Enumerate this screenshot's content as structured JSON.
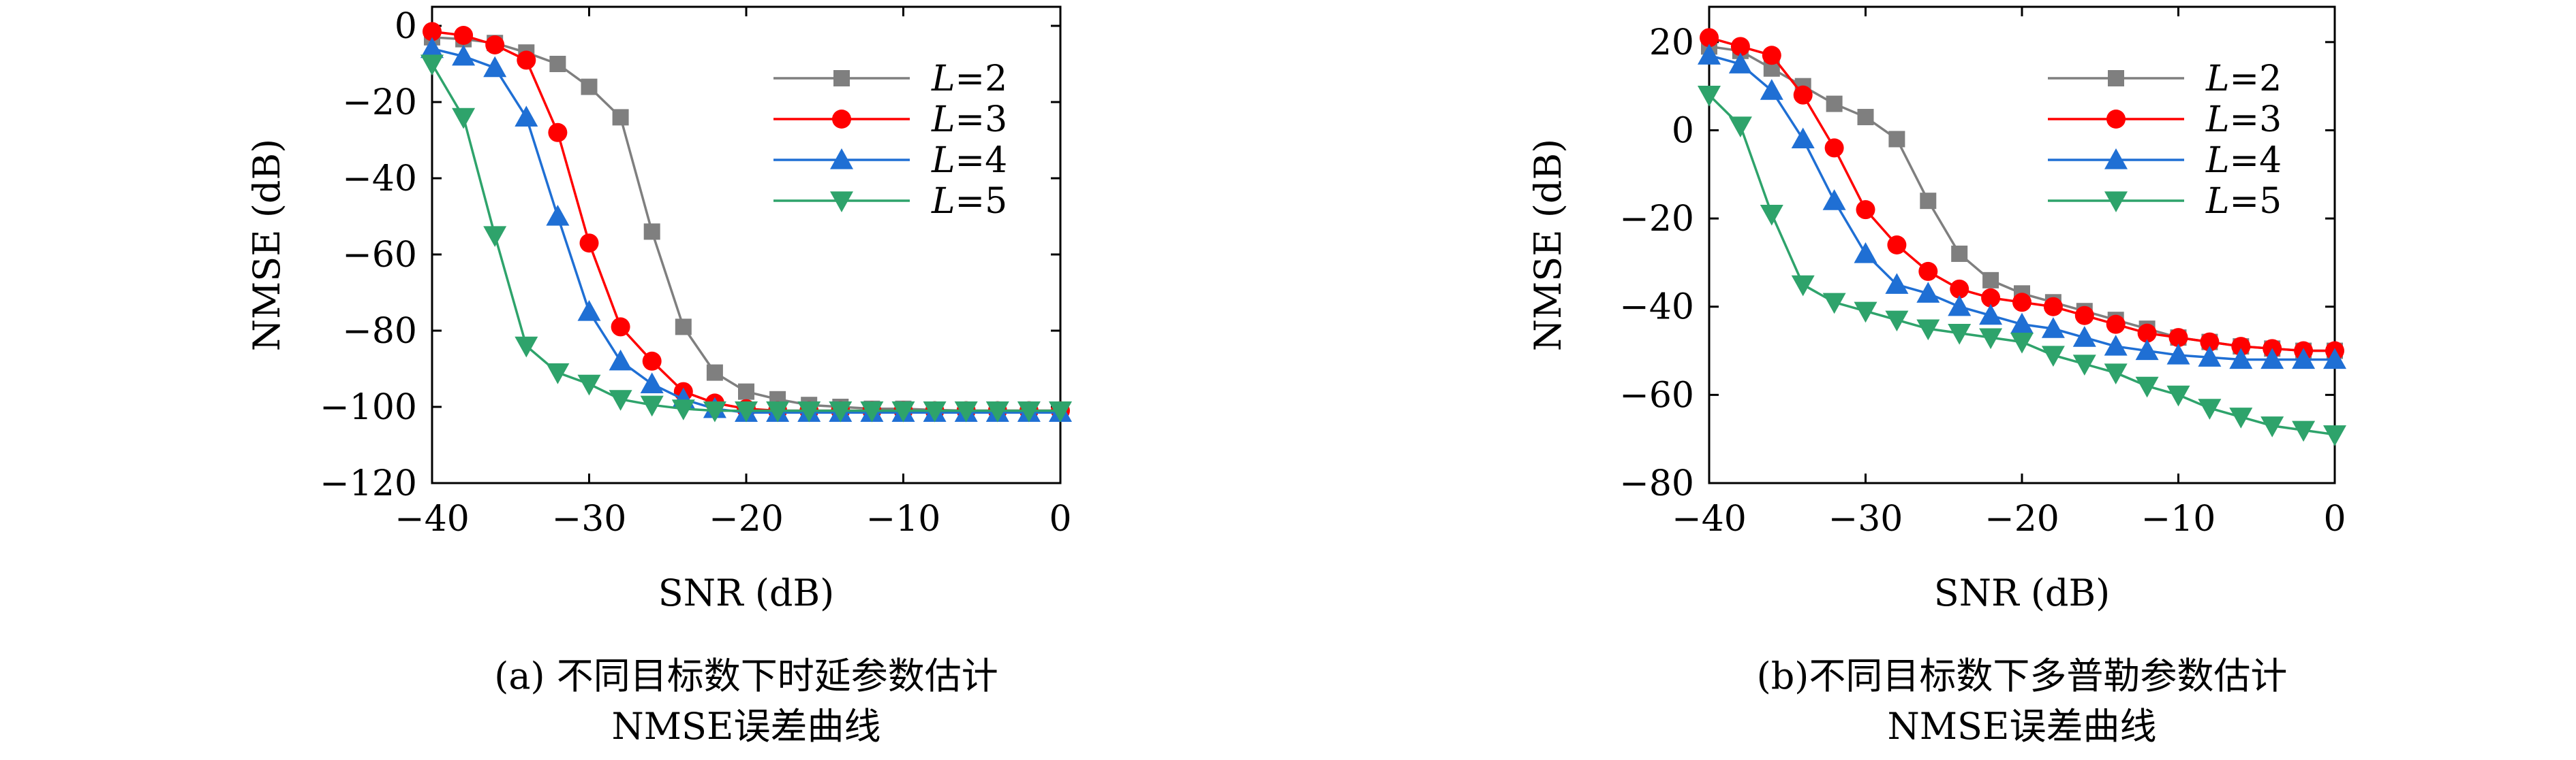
{
  "colors": {
    "L=2": "#7f7f7f",
    "L=3": "#ff0000",
    "L=4": "#1f6fd4",
    "L=5": "#2ea36b"
  },
  "chart_data": [
    {
      "type": "line",
      "xlabel": "SNR (dB)",
      "ylabel": "NMSE (dB)",
      "xlim": [
        -40,
        0
      ],
      "ylim": [
        -120,
        5
      ],
      "xticks": [
        -40,
        -30,
        -20,
        -10,
        0
      ],
      "yticks": [
        0,
        -20,
        -40,
        -60,
        -80,
        -100,
        -120
      ],
      "xtick_labels": [
        "−40",
        "−30",
        "−20",
        "−10",
        "0"
      ],
      "ytick_labels": [
        "0",
        "−20",
        "−40",
        "−60",
        "−80",
        "−100",
        "−120"
      ],
      "legend_position": "top-right",
      "caption_line1": "(a) 不同目标数下时延参数估计",
      "caption_line2": "NMSE误差曲线",
      "x": [
        -40,
        -38,
        -36,
        -34,
        -32,
        -30,
        -28,
        -26,
        -24,
        -22,
        -20,
        -18,
        -16,
        -14,
        -12,
        -10,
        -8,
        -6,
        -4,
        -2,
        0
      ],
      "series": [
        {
          "name": "L=2",
          "label_prefix": "L",
          "label_suffix": "=2",
          "marker": "square",
          "values": [
            -3,
            -3.5,
            -4.5,
            -7,
            -10,
            -16,
            -24,
            -54,
            -79,
            -91,
            -96,
            -98,
            -99.5,
            -100,
            -100.5,
            -100.5,
            -100.8,
            -101,
            -101,
            -101,
            -101
          ]
        },
        {
          "name": "L=3",
          "label_prefix": "L",
          "label_suffix": "=3",
          "marker": "circle",
          "values": [
            -1.5,
            -2.5,
            -5,
            -9,
            -28,
            -57,
            -79,
            -88,
            -96,
            -99,
            -100.5,
            -101,
            -101,
            -101,
            -101,
            -101,
            -101,
            -101,
            -101,
            -101,
            -101
          ]
        },
        {
          "name": "L=4",
          "label_prefix": "L",
          "label_suffix": "=4",
          "marker": "triangle-up",
          "values": [
            -6,
            -8,
            -11,
            -24,
            -50,
            -75,
            -88,
            -94,
            -98,
            -100.5,
            -101.5,
            -101.5,
            -101.5,
            -101.5,
            -101.5,
            -101.5,
            -101.5,
            -101.5,
            -101.5,
            -101.5,
            -101.5
          ]
        },
        {
          "name": "L=5",
          "label_prefix": "L",
          "label_suffix": "=5",
          "marker": "triangle-down",
          "values": [
            -10,
            -24,
            -55,
            -84,
            -91,
            -94,
            -98,
            -99.5,
            -100.5,
            -101,
            -101,
            -101,
            -101,
            -101,
            -101,
            -101,
            -101,
            -101,
            -101,
            -101,
            -101
          ]
        }
      ]
    },
    {
      "type": "line",
      "xlabel": "SNR (dB)",
      "ylabel": "NMSE (dB)",
      "xlim": [
        -40,
        0
      ],
      "ylim": [
        -80,
        28
      ],
      "xticks": [
        -40,
        -30,
        -20,
        -10,
        0
      ],
      "yticks": [
        20,
        0,
        -20,
        -40,
        -60,
        -80
      ],
      "xtick_labels": [
        "−40",
        "−30",
        "−20",
        "−10",
        "0"
      ],
      "ytick_labels": [
        "20",
        "0",
        "−20",
        "−40",
        "−60",
        "−80"
      ],
      "legend_position": "top-right",
      "caption_line1": "(b)不同目标数下多普勒参数估计",
      "caption_line2": "NMSE误差曲线",
      "x": [
        -40,
        -38,
        -36,
        -34,
        -32,
        -30,
        -28,
        -26,
        -24,
        -22,
        -20,
        -18,
        -16,
        -14,
        -12,
        -10,
        -8,
        -6,
        -4,
        -2,
        0
      ],
      "series": [
        {
          "name": "L=2",
          "label_prefix": "L",
          "label_suffix": "=2",
          "marker": "square",
          "values": [
            19,
            18,
            14,
            10,
            6,
            3,
            -2,
            -16,
            -28,
            -34,
            -37,
            -39,
            -41,
            -43,
            -45,
            -47,
            -48,
            -49,
            -49.5,
            -50,
            -50
          ]
        },
        {
          "name": "L=3",
          "label_prefix": "L",
          "label_suffix": "=3",
          "marker": "circle",
          "values": [
            21,
            19,
            17,
            8,
            -4,
            -18,
            -26,
            -32,
            -36,
            -38,
            -39,
            -40,
            -42,
            -44,
            -46,
            -47,
            -48,
            -49,
            -49.5,
            -50,
            -50
          ]
        },
        {
          "name": "L=4",
          "label_prefix": "L",
          "label_suffix": "=4",
          "marker": "triangle-up",
          "values": [
            17,
            15,
            9,
            -2,
            -16,
            -28,
            -35,
            -37,
            -40,
            -42,
            -44,
            -45,
            -47,
            -49,
            -50,
            -51,
            -51.5,
            -52,
            -52,
            -52,
            -52
          ]
        },
        {
          "name": "L=5",
          "label_prefix": "L",
          "label_suffix": "=5",
          "marker": "triangle-down",
          "values": [
            8,
            1,
            -19,
            -35,
            -39,
            -41,
            -43,
            -45,
            -46,
            -47,
            -48,
            -51,
            -53,
            -55,
            -58,
            -60,
            -63,
            -65,
            -67,
            -68,
            -69
          ]
        }
      ]
    }
  ]
}
